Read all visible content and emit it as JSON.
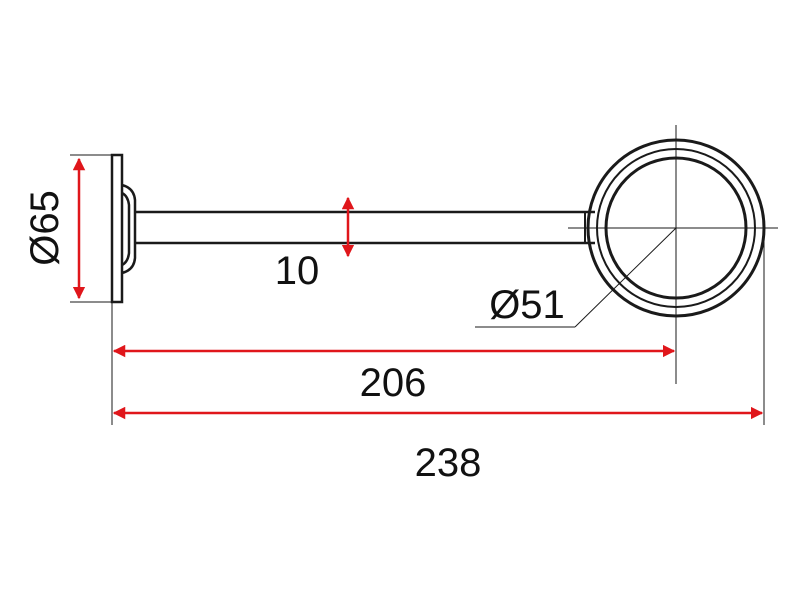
{
  "dimensions": {
    "mount_diameter": "Ø65",
    "rod_thickness": "10",
    "ring_diameter": "Ø51",
    "length_to_center": "206",
    "overall_length": "238"
  },
  "colors": {
    "outline": "#1a1a1a",
    "dimension_arrow": "#e0161b",
    "background": "#ffffff"
  }
}
